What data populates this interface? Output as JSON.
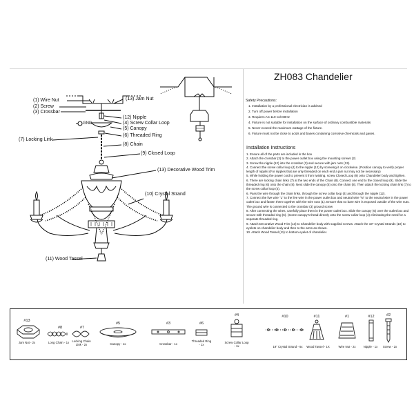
{
  "document": {
    "title": "ZH083 Chandelier"
  },
  "diagram_labels": {
    "wire_nut": "(1) Wire Nut",
    "screw": "(2)  Screw",
    "crossbar": "(3)  Crossbar",
    "jam_nut": "(13) Jam Nut",
    "gnd": "GND",
    "nipple": "(12) Nipple",
    "screw_collar_loop": "(4)  Screw Collar Loop",
    "canopy": "(5)  Canopy",
    "threaded_ring": "(6)  Threaded Ring",
    "locking_link": "(7) Locking Link",
    "chain": "(8)  Chain",
    "closed_loop": "(9)  Closed Loop",
    "decorative_wood_trim": "(13)  Decorative Wood Trim",
    "crystal_strand": "(10) Crystal Strand",
    "wood_tassel": "(11) Wood Tassel"
  },
  "safety": {
    "heading": "Safety Precautions:",
    "items": [
      "1. Installation by a professional electrician is advised",
      "2. Turn off power before installation",
      "3. Requires AC 110 volt 60Hz",
      "4. Fixture is not suitable for installation on the surface of ordinary combustible materials",
      "5. Never exceed the maximum wattage of the fixture.",
      "6. Fixture must not be close to acids and bases containing corrosive chemicals and gases."
    ]
  },
  "instructions": {
    "heading": "Installation Instructions",
    "items": [
      "1. Ensure all of the parts are included in the box",
      "2. Attach the crossbar (3) to the power outlet box using the mounting screws (2)",
      "3. Screw the nipple (12) into the crossbar (3) and secure with jam nuts (13).",
      "4. Connect the screw collar loop (4) to the nipple (12) by screwing it on clockwise. (Position canopy to verify proper length of nipple) (For nipples that are only threaded on each end a jam nut may not be necessary)",
      "5. While holding the power cord to prevent it from twisting, screw Closed Loop (9) onto Chandelier body and tighten.",
      "6. There are locking chain links (7) at the two ends of the Chain (8). Connect one end to the closed loop (9).  Slide the threaded ring (6) onto the chain (8). Next slide the canopy (5) onto the chain (8). Then attach the locking chain link (7) to the screw collar loop (4).",
      "6. Pass the wire through the chain links, through the screw collar loop (4) and through the nipple (12).",
      "7. Connect the live wire \"L\" to the live wire in the power outlet box and neutral wire \"N\" to the neutral wire in the power outlet box and fasten them together with the wire nuts (1). Ensure that no bare wire is exposed outside of the wire nuts.  The ground wire is connected to the crossbar (3) ground screw",
      "8. After connecting the wires, carefully place them in the power outlet box.  Slide the canopy (5) over the outlet box and secure with threaded ring (6). (Some canopy's thead directly onto the screw collar loop (4) eliminating the need for a separate threaded ring.",
      "9. Attach Decorative Wood Trim (13) to Chandelier body with supplied screws.   Attach the 19\" Crystal Strands (10) to eyelets on chandelier body and then to the arms as shown.",
      "10. Attach Wood Tassel (11) to bottom eyelet of chandelier."
    ]
  },
  "parts": [
    {
      "num": "#13",
      "name": "Jam Nut - 2x",
      "icon": "hex-nut-icon"
    },
    {
      "num": "#8",
      "name": "Long Chain - 1x",
      "icon": "chain-icon"
    },
    {
      "num": "#7",
      "name": "Locking Chain Link - 2x",
      "icon": "chain-link-icon"
    },
    {
      "num": "#5",
      "name": "Canopy - 1x",
      "icon": "canopy-icon"
    },
    {
      "num": "#3",
      "name": "Crossbar - 1x",
      "icon": "crossbar-icon"
    },
    {
      "num": "#6",
      "name": "Threaded Ring - 1x",
      "icon": "threaded-ring-icon"
    },
    {
      "num": "#4",
      "name": "Screw Collar Loop - 1x",
      "icon": "collar-loop-icon"
    },
    {
      "num": "#10",
      "name": "19\" Crystal Strand - 6x",
      "icon": "crystal-strand-icon"
    },
    {
      "num": "#11",
      "name": "Wood Tassel - 1X",
      "icon": "tassel-icon"
    },
    {
      "num": "#1",
      "name": "Wire Nut - 2x",
      "icon": "wire-nut-icon"
    },
    {
      "num": "#12",
      "name": "Nipple - 1x",
      "icon": "nipple-icon"
    },
    {
      "num": "#2",
      "name": "Screw - 2x",
      "icon": "screw-icon"
    }
  ]
}
